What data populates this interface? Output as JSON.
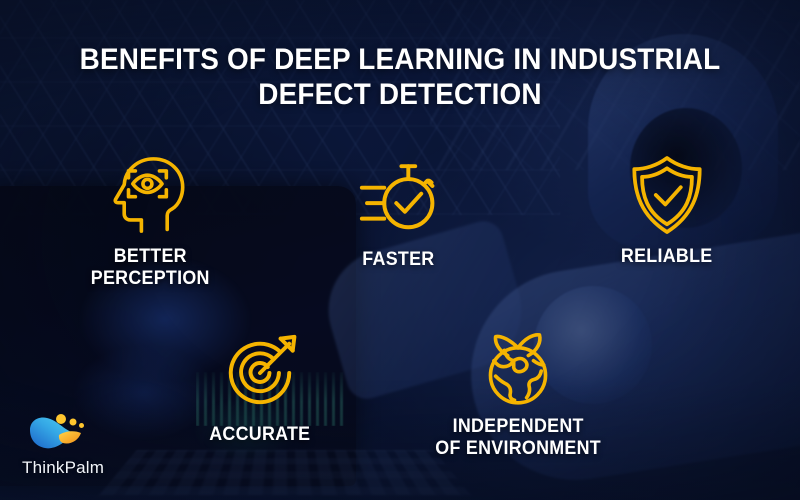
{
  "graphic": {
    "title_line1": "BENEFITS OF DEEP LEARNING IN INDUSTRIAL",
    "title_line2": "DEFECT DETECTION",
    "accent_color": "#F5B400",
    "title_color": "#FFFFFF",
    "background_color": "#142A5C",
    "background_subject": "industrial-robotics-photo"
  },
  "benefits": [
    {
      "id": "better-perception",
      "icon": "head-eye-scan-icon",
      "label_line1": "BETTER",
      "label_line2": "PERCEPTION"
    },
    {
      "id": "faster",
      "icon": "stopwatch-speed-check-icon",
      "label_line1": "FASTER",
      "label_line2": ""
    },
    {
      "id": "reliable",
      "icon": "shield-check-icon",
      "label_line1": "RELIABLE",
      "label_line2": ""
    },
    {
      "id": "accurate",
      "icon": "target-arrow-bullseye-icon",
      "label_line1": "ACCURATE",
      "label_line2": ""
    },
    {
      "id": "independent-of-environment",
      "icon": "globe-leaves-eco-icon",
      "label_line1": "INDEPENDENT",
      "label_line2": "OF ENVIRONMENT"
    }
  ],
  "logo": {
    "name": "ThinkPalm",
    "mark": "thinkpalm-wave-palm-logo",
    "mark_colors": {
      "wave_light": "#3FC3F0",
      "wave_dark": "#1F6FD0",
      "leaf_light": "#FFC82E",
      "leaf_dark": "#F59319"
    }
  }
}
